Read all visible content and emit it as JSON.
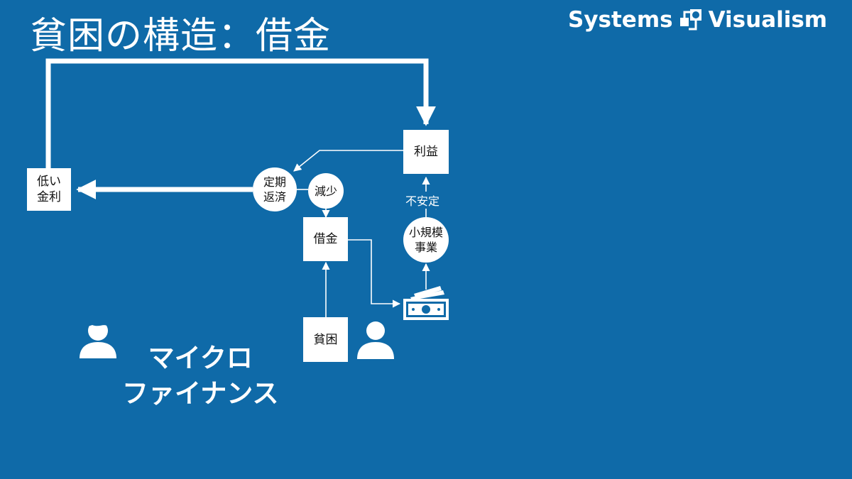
{
  "title": "貧困の構造：借金",
  "brand": {
    "left": "Systems",
    "right": "Visualism",
    "logo": "systems-visualism-logo"
  },
  "nodes": {
    "low_interest": [
      "低い",
      "金利"
    ],
    "profit": "利益",
    "debt": "借金",
    "poverty": "貧困"
  },
  "circles": {
    "repayment": [
      "定期",
      "返済"
    ],
    "decrease": "減少",
    "small_business": [
      "小規模",
      "事業"
    ]
  },
  "labels": {
    "unstable": "不安定"
  },
  "microfinance": [
    "マイクロ",
    "ファイナンス"
  ],
  "colors": {
    "background": "#0f6aa8",
    "foreground": "#ffffff"
  }
}
